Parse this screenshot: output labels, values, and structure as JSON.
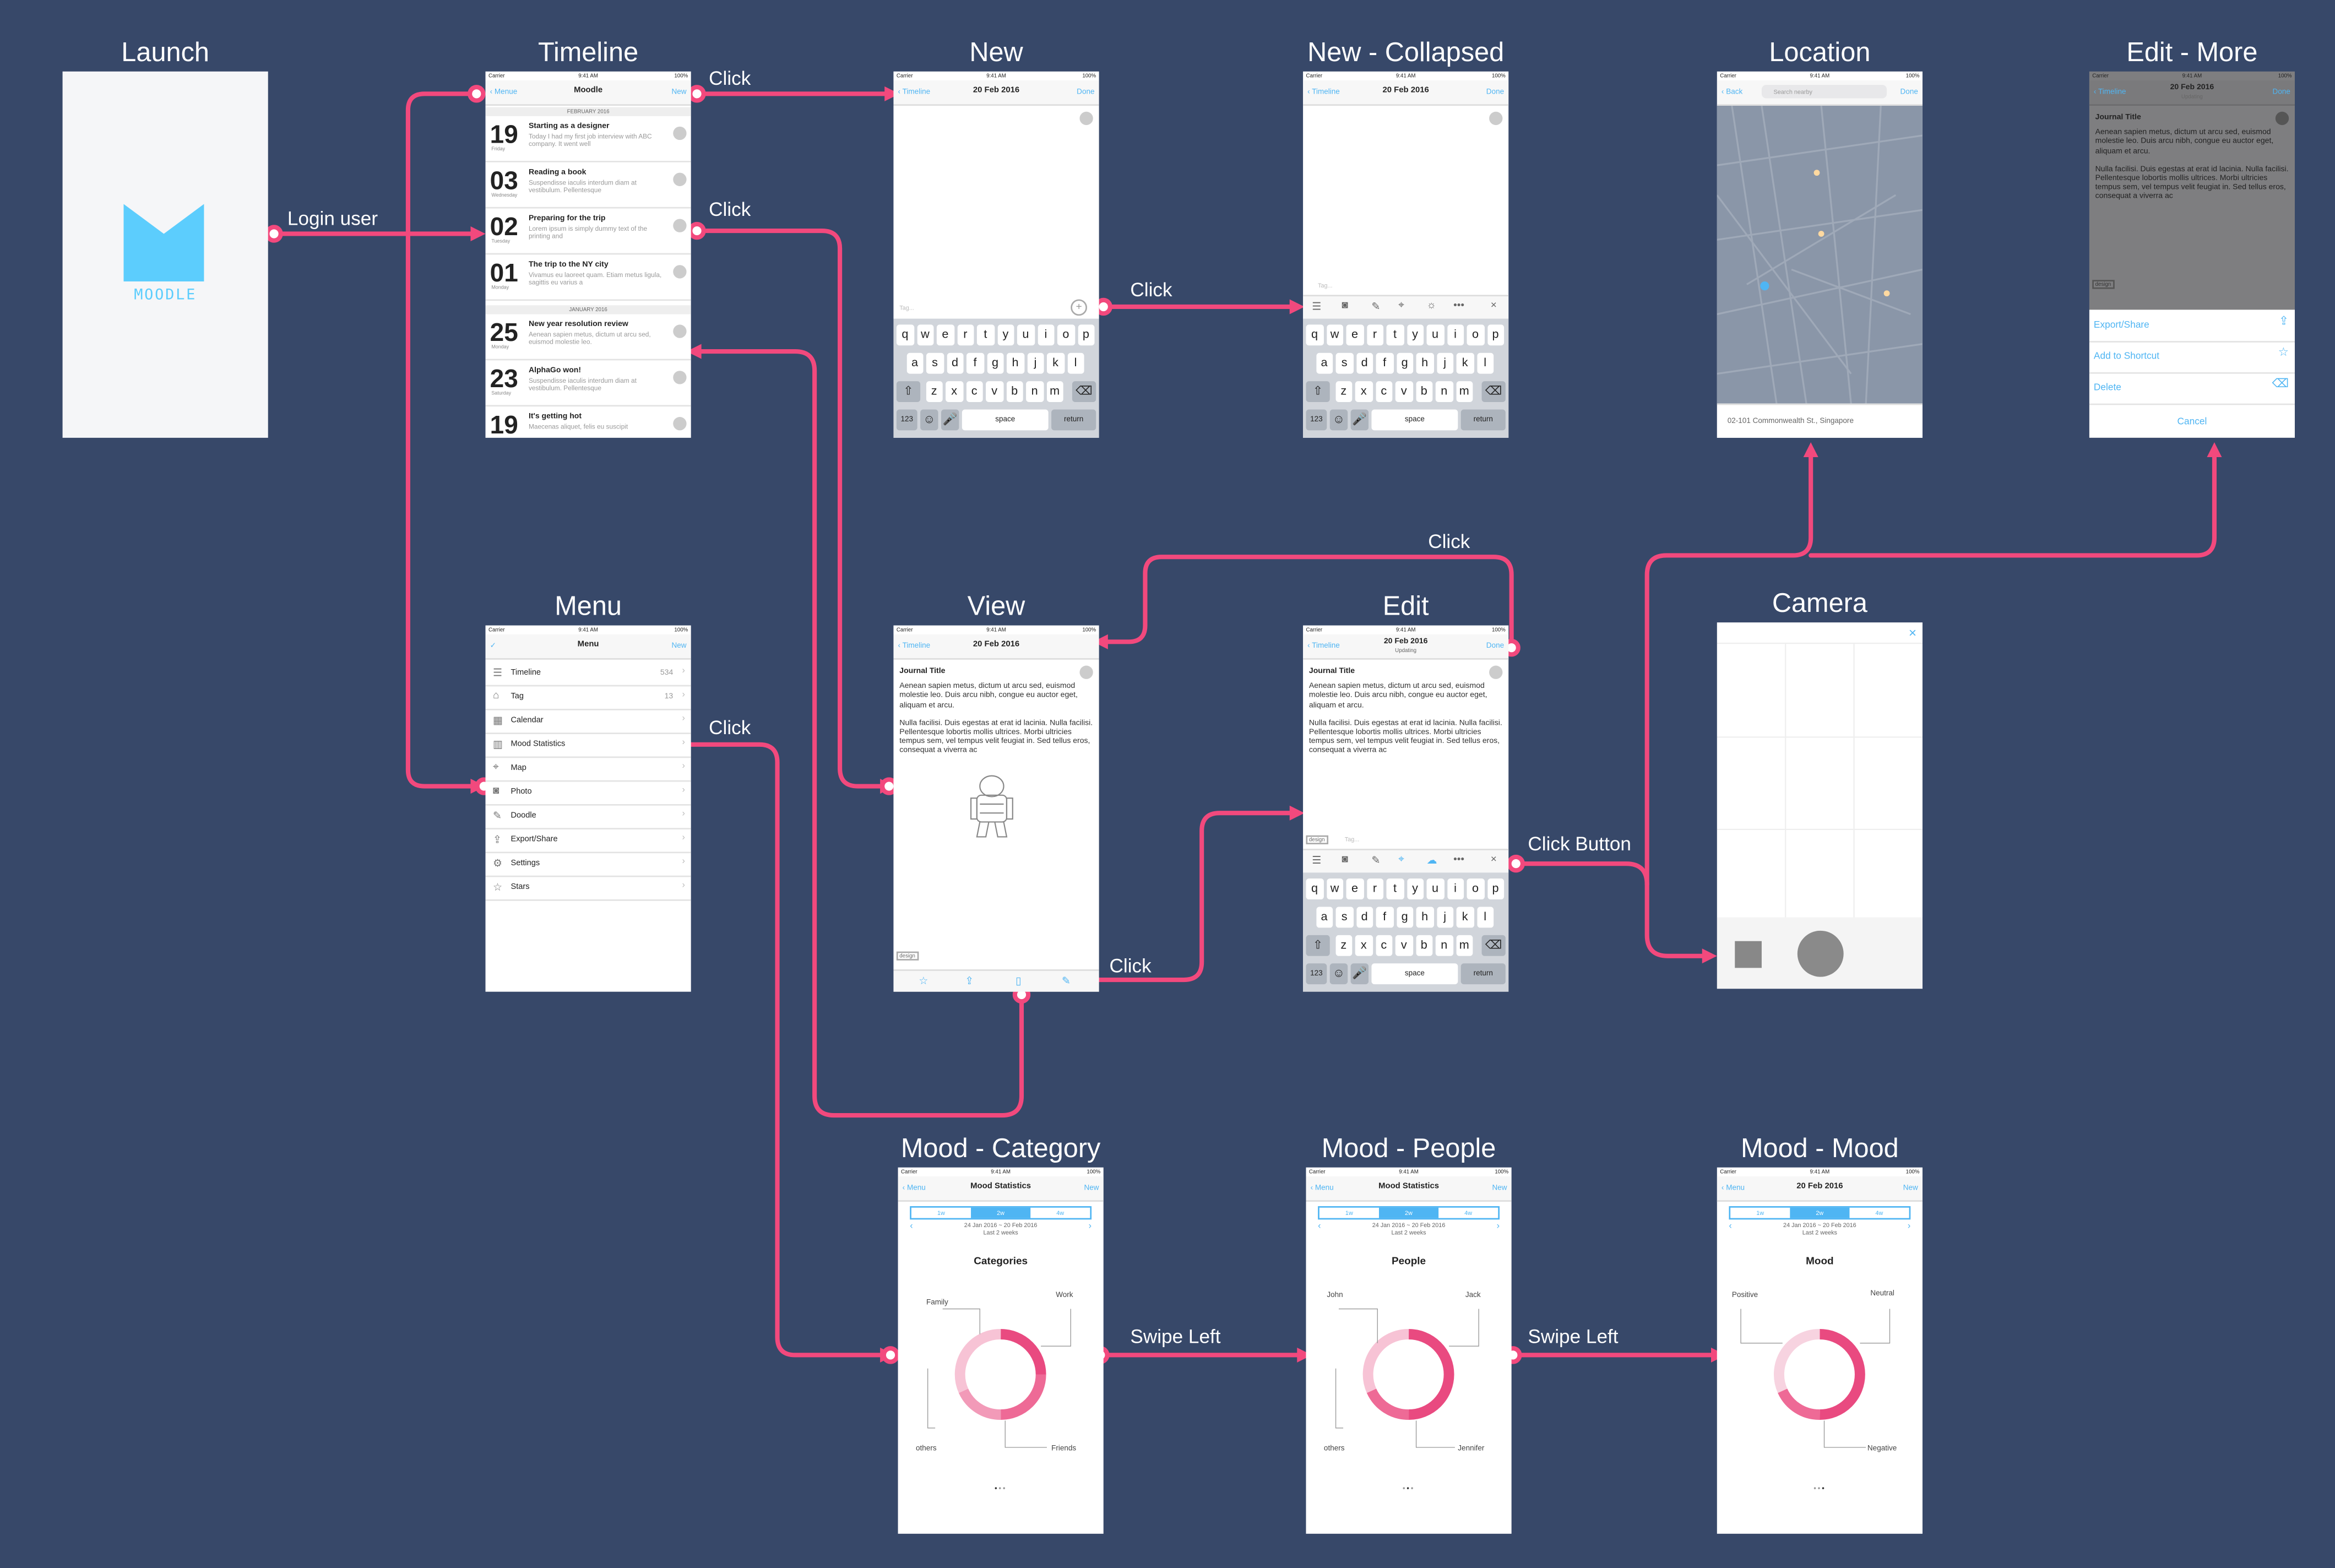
{
  "screens": {
    "launch": {
      "title": "Launch",
      "logo_text": "MOODLE",
      "brand_color": "#5ccdfd"
    },
    "timeline": {
      "title": "Timeline",
      "status": {
        "carrier": "Carrier",
        "time": "9:41 AM",
        "battery": "100%"
      },
      "nav": {
        "left": "Menue",
        "title": "Moodle",
        "right": "New"
      },
      "sections": [
        "FEBRUARY 2016",
        "JANUARY 2016"
      ],
      "entries": [
        {
          "day": "19",
          "weekday": "Friday",
          "title": "Starting as a designer",
          "snippet": "Today I had my first job interview with ABC company. It went well"
        },
        {
          "day": "03",
          "weekday": "Wednesday",
          "title": "Reading a book",
          "snippet": "Suspendisse iaculis interdum diam at vestibulum. Pellentesque"
        },
        {
          "day": "02",
          "weekday": "Tuesday",
          "title": "Preparing for the trip",
          "snippet": "Lorem ipsum is simply dummy text of the printing and"
        },
        {
          "day": "01",
          "weekday": "Monday",
          "title": "The trip to the NY city",
          "snippet": "Vivamus eu laoreet quam. Etiam metus ligula, sagittis eu varius a"
        },
        {
          "day": "25",
          "weekday": "Monday",
          "title": "New year resolution review",
          "snippet": "Aenean sapien metus, dictum ut arcu sed, euismod molestie leo."
        },
        {
          "day": "23",
          "weekday": "Saturday",
          "title": "AlphaGo won!",
          "snippet": "Suspendisse iaculis interdum diam at vestibulum. Pellentesque"
        },
        {
          "day": "19",
          "weekday": "",
          "title": "It's getting hot",
          "snippet": "Maecenas aliquet, felis eu suscipit"
        }
      ]
    },
    "new": {
      "title": "New",
      "nav": {
        "left": "Timeline",
        "title": "20 Feb 2016",
        "right": "Done"
      },
      "tag_placeholder": "Tag..."
    },
    "new_collapsed": {
      "title": "New - Collapsed",
      "nav": {
        "left": "Timeline",
        "title": "20 Feb 2016",
        "right": "Done"
      },
      "tag_placeholder": "Tag..."
    },
    "location": {
      "title": "Location",
      "nav": {
        "left": "Back",
        "search_placeholder": "Search nearby",
        "right": "Done"
      },
      "address": "02-101 Commonwealth St., Singapore"
    },
    "edit_more": {
      "title": "Edit - More",
      "nav": {
        "left": "Timeline",
        "title": "20 Feb 2016",
        "subtitle": "Updating",
        "right": "Done"
      },
      "journal_title": "Journal Title",
      "body1": "Aenean sapien metus, dictum ut arcu sed, euismod molestie leo. Duis arcu nibh, congue eu auctor eget, aliquam et arcu.",
      "body2": "Nulla facilisi. Duis egestas at erat id lacinia. Nulla facilisi. Pellentesque lobortis mollis ultrices. Morbi ultricies tempus sem, vel tempus velit feugiat in. Sed tellus eros, consequat a viverra ac",
      "tag": "design",
      "sheet": [
        "Export/Share",
        "Add to Shortcut",
        "Delete"
      ],
      "cancel": "Cancel"
    },
    "menu": {
      "title": "Menu",
      "nav": {
        "title": "Menu",
        "right": "New"
      },
      "items": [
        {
          "label": "Timeline",
          "count": "534"
        },
        {
          "label": "Tag",
          "count": "13"
        },
        {
          "label": "Calendar",
          "count": ""
        },
        {
          "label": "Mood Statistics",
          "count": ""
        },
        {
          "label": "Map",
          "count": ""
        },
        {
          "label": "Photo",
          "count": ""
        },
        {
          "label": "Doodle",
          "count": ""
        },
        {
          "label": "Export/Share",
          "count": ""
        },
        {
          "label": "Settings",
          "count": ""
        },
        {
          "label": "Stars",
          "count": ""
        }
      ]
    },
    "view": {
      "title": "View",
      "nav": {
        "left": "Timeline",
        "title": "20 Feb 2016"
      },
      "journal_title": "Journal Title",
      "body1": "Aenean sapien metus, dictum ut arcu sed, euismod molestie leo. Duis arcu nibh, congue eu auctor eget, aliquam et arcu.",
      "body2": "Nulla facilisi. Duis egestas at erat id lacinia. Nulla facilisi. Pellentesque lobortis mollis ultrices. Morbi ultricies tempus sem, vel tempus velit feugiat in. Sed tellus eros, consequat a viverra ac",
      "tag": "design"
    },
    "edit": {
      "title": "Edit",
      "nav": {
        "left": "Timeline",
        "title": "20 Feb 2016",
        "subtitle": "Updating",
        "right": "Done"
      },
      "journal_title": "Journal Title",
      "body1": "Aenean sapien metus, dictum ut arcu sed, euismod molestie leo. Duis arcu nibh, congue eu auctor eget, aliquam et arcu.",
      "body2": "Nulla facilisi. Duis egestas at erat id lacinia. Nulla facilisi. Pellentesque lobortis mollis ultrices. Morbi ultricies tempus sem, vel tempus velit feugiat in. Sed tellus eros, consequat a viverra ac",
      "tag": "design",
      "tag_placeholder": "Tag..."
    },
    "camera": {
      "title": "Camera"
    },
    "mood_category": {
      "title": "Mood - Category",
      "nav": {
        "left": "Menu",
        "title": "Mood Statistics",
        "right": "New"
      },
      "seg": [
        "1w",
        "2w",
        "4w"
      ],
      "range": "24 Jan 2016 ~ 20 Feb 2016",
      "range_sub": "Last 2 weeks",
      "chart_title": "Categories",
      "labels": [
        "Family",
        "Work",
        "others",
        "Friends"
      ]
    },
    "mood_people": {
      "title": "Mood - People",
      "nav": {
        "left": "Menu",
        "title": "Mood Statistics",
        "right": "New"
      },
      "seg": [
        "1w",
        "2w",
        "4w"
      ],
      "range": "24 Jan 2016 ~ 20 Feb 2016",
      "range_sub": "Last 2 weeks",
      "chart_title": "People",
      "labels": [
        "John",
        "Jack",
        "others",
        "Jennifer"
      ]
    },
    "mood_mood": {
      "title": "Mood - Mood",
      "nav": {
        "left": "Menu",
        "title": "20 Feb 2016",
        "right": "New"
      },
      "seg": [
        "1w",
        "2w",
        "4w"
      ],
      "range": "24 Jan 2016 ~ 20 Feb 2016",
      "range_sub": "Last 2 weeks",
      "chart_title": "Mood",
      "labels": [
        "Positive",
        "Neutral",
        "Negative"
      ]
    }
  },
  "keyboard": {
    "row1": [
      "q",
      "w",
      "e",
      "r",
      "t",
      "y",
      "u",
      "i",
      "o",
      "p"
    ],
    "row2": [
      "a",
      "s",
      "d",
      "f",
      "g",
      "h",
      "j",
      "k",
      "l"
    ],
    "row3": [
      "z",
      "x",
      "c",
      "v",
      "b",
      "n",
      "m"
    ],
    "num": "123",
    "space": "space",
    "ret": "return"
  },
  "connectors": {
    "login": "Login user",
    "click": "Click",
    "click_button": "Click Button",
    "swipe_left": "Swipe Left"
  },
  "colors": {
    "background": "#374869",
    "connector": "#f2497d",
    "accent": "#4fb5f3",
    "donut_dark": "#e94a80",
    "donut_light": "#f7c3d5"
  }
}
